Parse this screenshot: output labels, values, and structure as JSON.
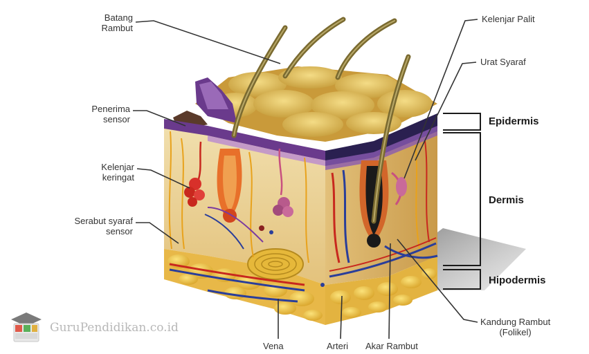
{
  "labels": {
    "batang_rambut": "Batang\nRambut",
    "penerima_sensor": "Penerima\nsensor",
    "kelenjar_keringat": "Kelenjar\nkeringat",
    "serabut_syaraf_sensor": "Serabut syaraf\nsensor",
    "kelenjar_palit": "Kelenjar Palit",
    "urat_syaraf": "Urat Syaraf",
    "kandung_rambut": "Kandung Rambut\n(Folikel)",
    "vena": "Vena",
    "arteri": "Arteri",
    "akar_rambut": "Akar Rambut"
  },
  "layers": {
    "epidermis": "Epidermis",
    "dermis": "Dermis",
    "hipodermis": "Hipodermis"
  },
  "watermark": {
    "text": "GuruPendidikan.co.id",
    "icon": "graduation-cap-book-icon"
  },
  "colors": {
    "skin_surface": "#e6c35c",
    "dermis": "#ead49c",
    "epidermis_purple": "#6a3a8c",
    "fat": "#f0c646",
    "hair": "#7a6a30",
    "artery": "#c8281e",
    "vein": "#2a3e9a",
    "nerve": "#e8a21c"
  }
}
